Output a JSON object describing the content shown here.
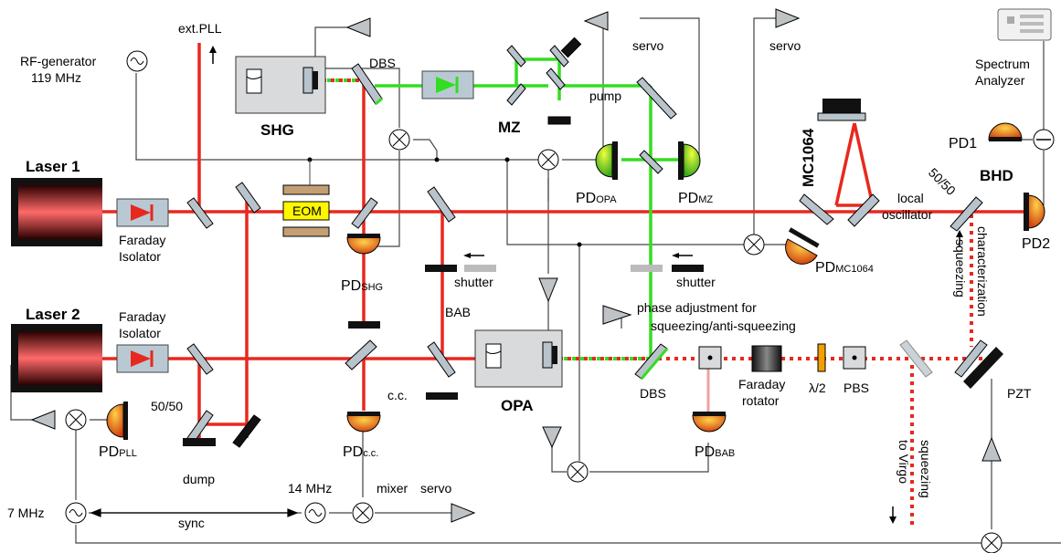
{
  "labels": {
    "laser1": "Laser 1",
    "laser2": "Laser 2",
    "faraday_isolator_1_line1": "Faraday",
    "faraday_isolator_1_line2": "Isolator",
    "faraday_isolator_2_line1": "Faraday",
    "faraday_isolator_2_line2": "Isolator",
    "rf_generator_line1": "RF-generator",
    "rf_generator_line2": "119 MHz",
    "ext_pll": "ext.PLL",
    "shg": "SHG",
    "dbs_top": "DBS",
    "mz": "MZ",
    "servo_top_mid": "servo",
    "servo_top_right": "servo",
    "pump": "pump",
    "eom": "EOM",
    "pd_opa_main": "PD",
    "pd_opa_sub": "OPA",
    "pd_mz_main": "PD",
    "pd_mz_sub": "MZ",
    "pd_shg_main": "PD",
    "pd_shg_sub": "SHG",
    "mc1064": "MC1064",
    "pd_mc_main": "PD",
    "pd_mc_sub": "MC1064",
    "spectrum_line1": "Spectrum",
    "spectrum_line2": "Analyzer",
    "pd1": "PD1",
    "pd2": "PD2",
    "bhd": "BHD",
    "split_5050_bhd": "50/50",
    "local_line1": "local",
    "local_line2": "oscillator",
    "shutter_left": "shutter",
    "shutter_right": "shutter",
    "bab": "BAB",
    "cc": "c.c.",
    "opa": "OPA",
    "dbs_bottom": "DBS",
    "phase_line1": "phase adjustment for",
    "phase_line2": "squeezing/anti-squeezing",
    "faraday_rot_line1": "Faraday",
    "faraday_rot_line2": "rotator",
    "half_wave": "λ/2",
    "pbs": "PBS",
    "pzt": "PZT",
    "squeezing_char_1": "squeezing",
    "squeezing_char_2": "characterization",
    "squeezing_virgo_1": "squeezing",
    "squeezing_virgo_2": "to Virgo",
    "split_5050_left": "50/50",
    "pd_pll_main": "PD",
    "pd_pll_sub": "PLL",
    "dump": "dump",
    "pd_cc_main": "PD",
    "pd_cc_sub": "c.c.",
    "pd_bab_main": "PD",
    "pd_bab_sub": "BAB",
    "mhz7": "7 MHz",
    "mhz14": "14 MHz",
    "sync": "sync",
    "mixer": "mixer",
    "servo_bottom": "servo"
  },
  "colors": {
    "red_beam": "#e8281e",
    "green_beam": "#33dd22",
    "mirror_gray": "#b9c3cb",
    "pd_orange": "#e55a12",
    "pd_green": "#5fcf2c",
    "box_gray": "#d8dadc"
  }
}
